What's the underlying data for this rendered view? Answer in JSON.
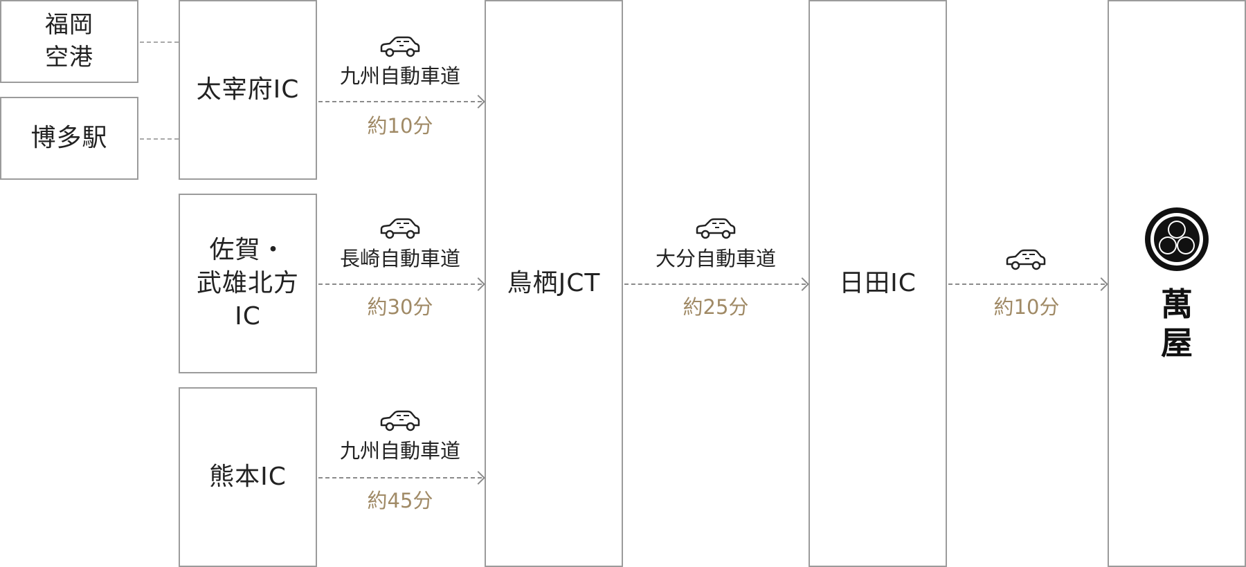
{
  "origins": {
    "fukuoka_airport": [
      "福岡",
      "空港"
    ],
    "hakata_station": "博多駅"
  },
  "ics": {
    "dazaifu": "太宰府IC",
    "saga": [
      "佐賀・",
      "武雄北方",
      "IC"
    ],
    "kumamoto": "熊本IC"
  },
  "junctions": {
    "tosu": "鳥栖JCT",
    "hita": "日田IC"
  },
  "routes": [
    {
      "road": "九州自動車道",
      "time": "約10分",
      "icon": "car-icon"
    },
    {
      "road": "長崎自動車道",
      "time": "約30分",
      "icon": "car-icon"
    },
    {
      "road": "九州自動車道",
      "time": "約45分",
      "icon": "car-icon"
    },
    {
      "road": "大分自動車道",
      "time": "約25分",
      "icon": "car-icon"
    },
    {
      "road": "",
      "time": "約10分",
      "icon": "car-icon"
    }
  ],
  "destination": {
    "name": [
      "萬",
      "屋"
    ],
    "logo_icon": "family-crest-icon"
  },
  "colors": {
    "border": "#9b9b9b",
    "time_text": "#a08a66",
    "text": "#222222"
  }
}
